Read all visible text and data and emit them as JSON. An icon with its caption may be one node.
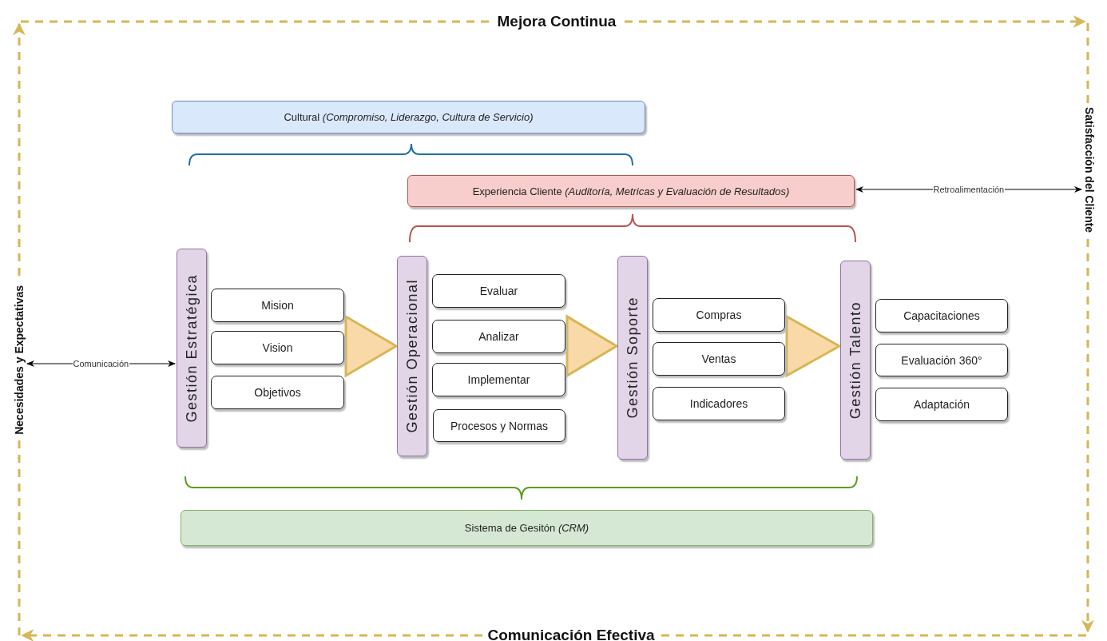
{
  "diagram": {
    "nodes": [
      {
        "text": [
          "Cultural *(Compromiso, Liderazgo, Cultura de Servicio)*"
        ]
      },
      {
        "text": [
          "Experiencia Cliente *(Auditoría, Metricas y Evaluación de Resultados)*"
        ]
      },
      {
        "text": [
          "Gestión Estratégica"
        ]
      },
      {
        "text": [
          "Mision"
        ]
      },
      {
        "text": [
          "Vision"
        ]
      },
      {
        "text": [
          "Objetivos"
        ]
      },
      {
        "text": [
          "Gestión Operacional"
        ]
      },
      {
        "text": [
          "Evaluar"
        ]
      },
      {
        "text": [
          "Analizar"
        ]
      },
      {
        "text": [
          "Implementar"
        ]
      },
      {
        "text": [
          "Procesos y Normas"
        ]
      },
      {
        "text": [
          "Gestión Soporte"
        ]
      },
      {
        "text": [
          "Compras"
        ]
      },
      {
        "text": [
          "Ventas"
        ]
      },
      {
        "text": [
          "Indicadores"
        ]
      },
      {
        "text": [
          "Gestión Talento"
        ]
      },
      {
        "text": [
          "Capacitaciones"
        ]
      },
      {
        "text": [
          "Evaluación 360°"
        ]
      },
      {
        "text": [
          "Adaptación"
        ]
      },
      {
        "text": [
          "Sistema de Gesitón *(CRM)*"
        ]
      },
      {
        "text": [
          "Necesidades y Expectativas"
        ]
      },
      {
        "text": [
          "Satisfacción del Cliente"
        ]
      }
    ],
    "edges": [
      {
        "from": 20,
        "to": 2,
        "arrow": "both",
        "label": "Comunicación",
        "color": "#000000"
      },
      {
        "from": 1,
        "to": 21,
        "arrow": "both",
        "label": "Retroalimentación",
        "color": "#000000"
      },
      {
        "from": 4,
        "to": 6,
        "arrow": "to"
      },
      {
        "from": 8,
        "to": 11,
        "arrow": "to"
      },
      {
        "from": 13,
        "to": 15,
        "arrow": "to"
      }
    ],
    "labels": [
      "Mejora Continua",
      "Comunicación Efectiva"
    ]
  }
}
